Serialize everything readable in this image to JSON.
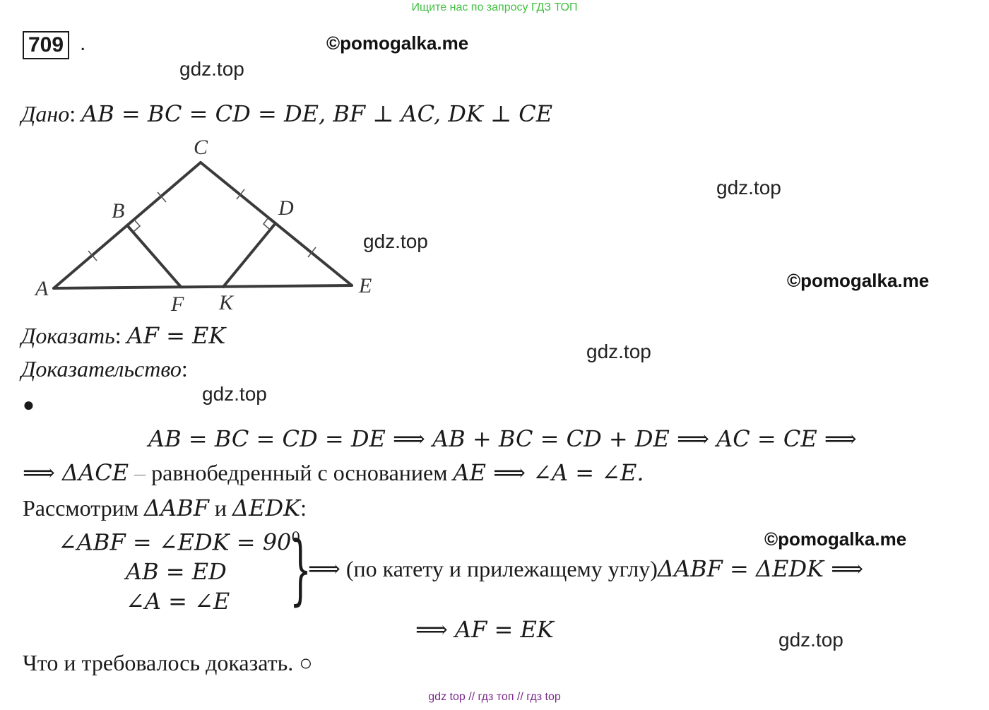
{
  "header": {
    "banner": "Ищите нас по запросу ГДЗ ТОП",
    "problem_number": "709",
    "problem_number_dot": "."
  },
  "watermarks": {
    "copyright": "©pomogalka.me",
    "gdz": "gdz.top"
  },
  "given": {
    "label": "Дано",
    "colon": ":",
    "text": "AB = BC = CD = DE, BF ⊥ AC, DK ⊥ CE"
  },
  "diagram": {
    "labels": {
      "A": "A",
      "B": "B",
      "C": "C",
      "D": "D",
      "E": "E",
      "F": "F",
      "K": "K"
    }
  },
  "prove": {
    "label": "Доказать",
    "colon": ":",
    "text": "AF = EK"
  },
  "proof": {
    "label": "Доказательство",
    "colon": ":",
    "bullet": "●",
    "line1": "AB = BC = CD = DE ⟹ AB + BC = CD + DE  ⟹ AC = CE ⟹",
    "line2_arrow": "⟹ ΔACE",
    "line2_dash": " – ",
    "line2_text": "равнобедренный с основанием ",
    "line2_math": "AE ⟹  ∠A = ∠E.",
    "line3_text": "Рассмотрим ",
    "line3_math1": "ΔABF",
    "line3_and": " и ",
    "line3_math2": "ΔEDK",
    "line3_colon": ":",
    "sys1": "∠ABF = ∠EDK = 90",
    "sys1_sup": "0",
    "sys2": "AB = ED",
    "sys3": "∠A = ∠E",
    "brace": "}",
    "sys_arrow": "⟹",
    "sys_text": " (по катету и прилежащему углу)",
    "sys_result": "ΔABF = ΔEDK ⟹",
    "conclusion": "⟹ AF = EK",
    "qed": "Что и требовалось доказать. ○"
  },
  "footer": {
    "text": "gdz top  //  гдз топ  //  гдз top"
  }
}
